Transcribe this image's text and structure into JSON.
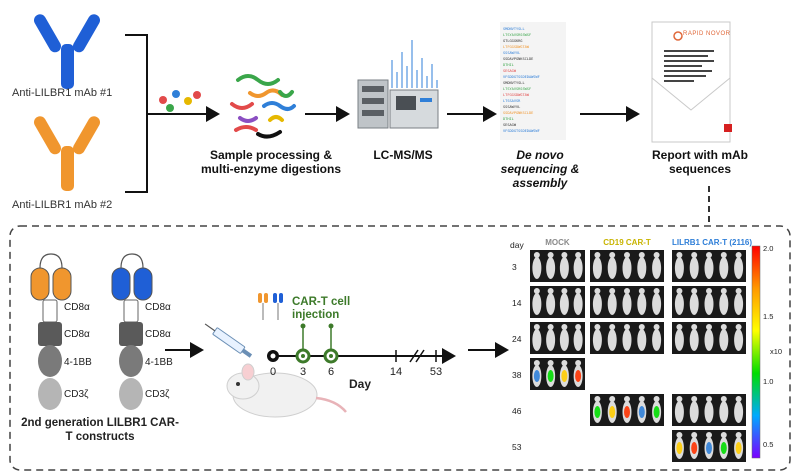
{
  "antibodies": [
    {
      "label": "Anti-LILBR1 mAb #1",
      "color": "#1f5fd6"
    },
    {
      "label": "Anti-LILBR1 mAb #2",
      "color": "#f0962e"
    }
  ],
  "workflow_steps": [
    {
      "title": "Sample processing & multi-enzyme digestions"
    },
    {
      "title": "LC-MS/MS"
    },
    {
      "title": "De novo sequencing & assembly"
    },
    {
      "title": "Report with mAb sequences"
    }
  ],
  "report_logo": "RAPID NOVOR",
  "constructs": {
    "domains": [
      "CD8α",
      "CD8α",
      "4-1BB",
      "CD3ζ"
    ],
    "title": "2nd generation LILBR1 CAR-T constructs"
  },
  "timeline": {
    "days": [
      "0",
      "3",
      "6",
      "14",
      "53"
    ],
    "injection_label": "CAR-T cell injection",
    "axis_label": "Day"
  },
  "imaging": {
    "day_header": "day",
    "groups": [
      {
        "label": "MOCK",
        "color": "#8a8a8a"
      },
      {
        "label": "CD19 CAR-T",
        "color": "#c8b400"
      },
      {
        "label": "LILRB1 CAR-T (2116)",
        "color": "#2f7fd8"
      }
    ],
    "rows": [
      "3",
      "14",
      "24",
      "38",
      "46",
      "53"
    ],
    "scale_labels": [
      "2.0",
      "1.5",
      "1.0",
      "0.5"
    ],
    "scale_unit": "x10"
  },
  "colors": {
    "ab1": "#1f5fd6",
    "ab2": "#f0962e",
    "timeline_green": "#3d7a2a",
    "dash_border": "#444444"
  }
}
